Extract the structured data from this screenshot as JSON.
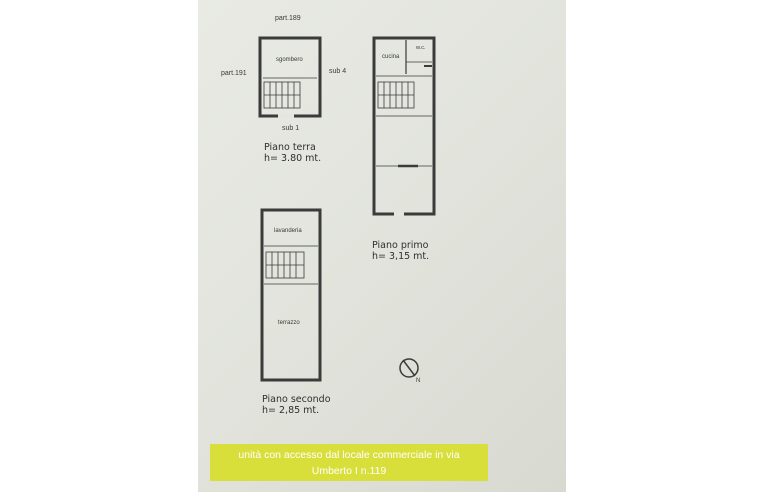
{
  "labels": {
    "part189": "part.189",
    "part191": "part.191",
    "sub4": "sub 4",
    "sub1": "sub 1",
    "sgombero": "sgombero",
    "cucina": "cucina",
    "wc": "w.c.",
    "lavanderia": "lavanderia",
    "terrazzo": "terrazzo",
    "north": "N"
  },
  "floors": {
    "terra": {
      "name": "Piano terra",
      "height": "h= 3.80 mt."
    },
    "primo": {
      "name": "Piano primo",
      "height": "h= 3,15 mt."
    },
    "secondo": {
      "name": "Piano secondo",
      "height": "h= 2,85 mt."
    }
  },
  "caption": {
    "line1": "unità con accesso dal locale commerciale in via",
    "line2": "Umberto I n.119"
  },
  "colors": {
    "paper": "#e6e7e1",
    "ink": "#3a3a3a",
    "caption_bg": "#d9df3a"
  }
}
